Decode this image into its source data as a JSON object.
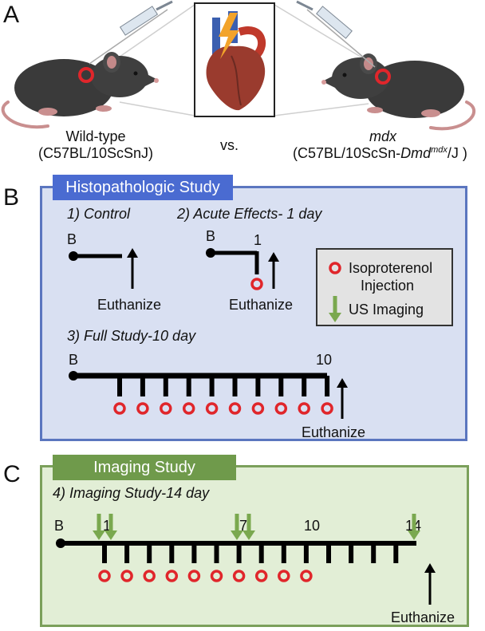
{
  "panels": {
    "a_letter": "A",
    "b_letter": "B",
    "c_letter": "C"
  },
  "top": {
    "wild_type_name": "Wild-type",
    "wild_type_strain": "(C57BL/10ScSnJ)",
    "versus": "vs.",
    "mdx_name": "mdx",
    "mdx_strain_prefix": "(C57BL/10ScSn-",
    "mdx_gene": "Dmd",
    "mdx_superscript": "mdx",
    "mdx_strain_suffix": "/J )"
  },
  "histo": {
    "title": "Histopathologic Study",
    "control_label": "1) Control",
    "control_start": "B",
    "control_end": "Euthanize",
    "acute_label": "2) Acute Effects- 1 day",
    "acute_start": "B",
    "acute_day": "1",
    "acute_end": "Euthanize",
    "full_label": "3) Full Study-10 day",
    "full_start": "B",
    "full_day": "10",
    "full_end": "Euthanize",
    "full_injection_count": 10
  },
  "legend": {
    "injection": "Isoproterenol Injection",
    "injection_line1": "Isoproterenol",
    "injection_line2": "Injection",
    "imaging": "US Imaging"
  },
  "imaging": {
    "title": "Imaging Study",
    "label": "4) Imaging Study-14 day",
    "start": "B",
    "day1": "1",
    "day7": "7",
    "day10": "10",
    "day14": "14",
    "end": "Euthanize",
    "injection_count": 10
  },
  "colors": {
    "injection_ring": "#e0262b",
    "imaging_arrow": "#7aa84f",
    "timeline": "#000000",
    "panel_b_border": "#5b76bf",
    "panel_b_fill": "#d9e0f2",
    "panel_c_border": "#7ba05b",
    "panel_c_fill": "#e2eed6"
  }
}
